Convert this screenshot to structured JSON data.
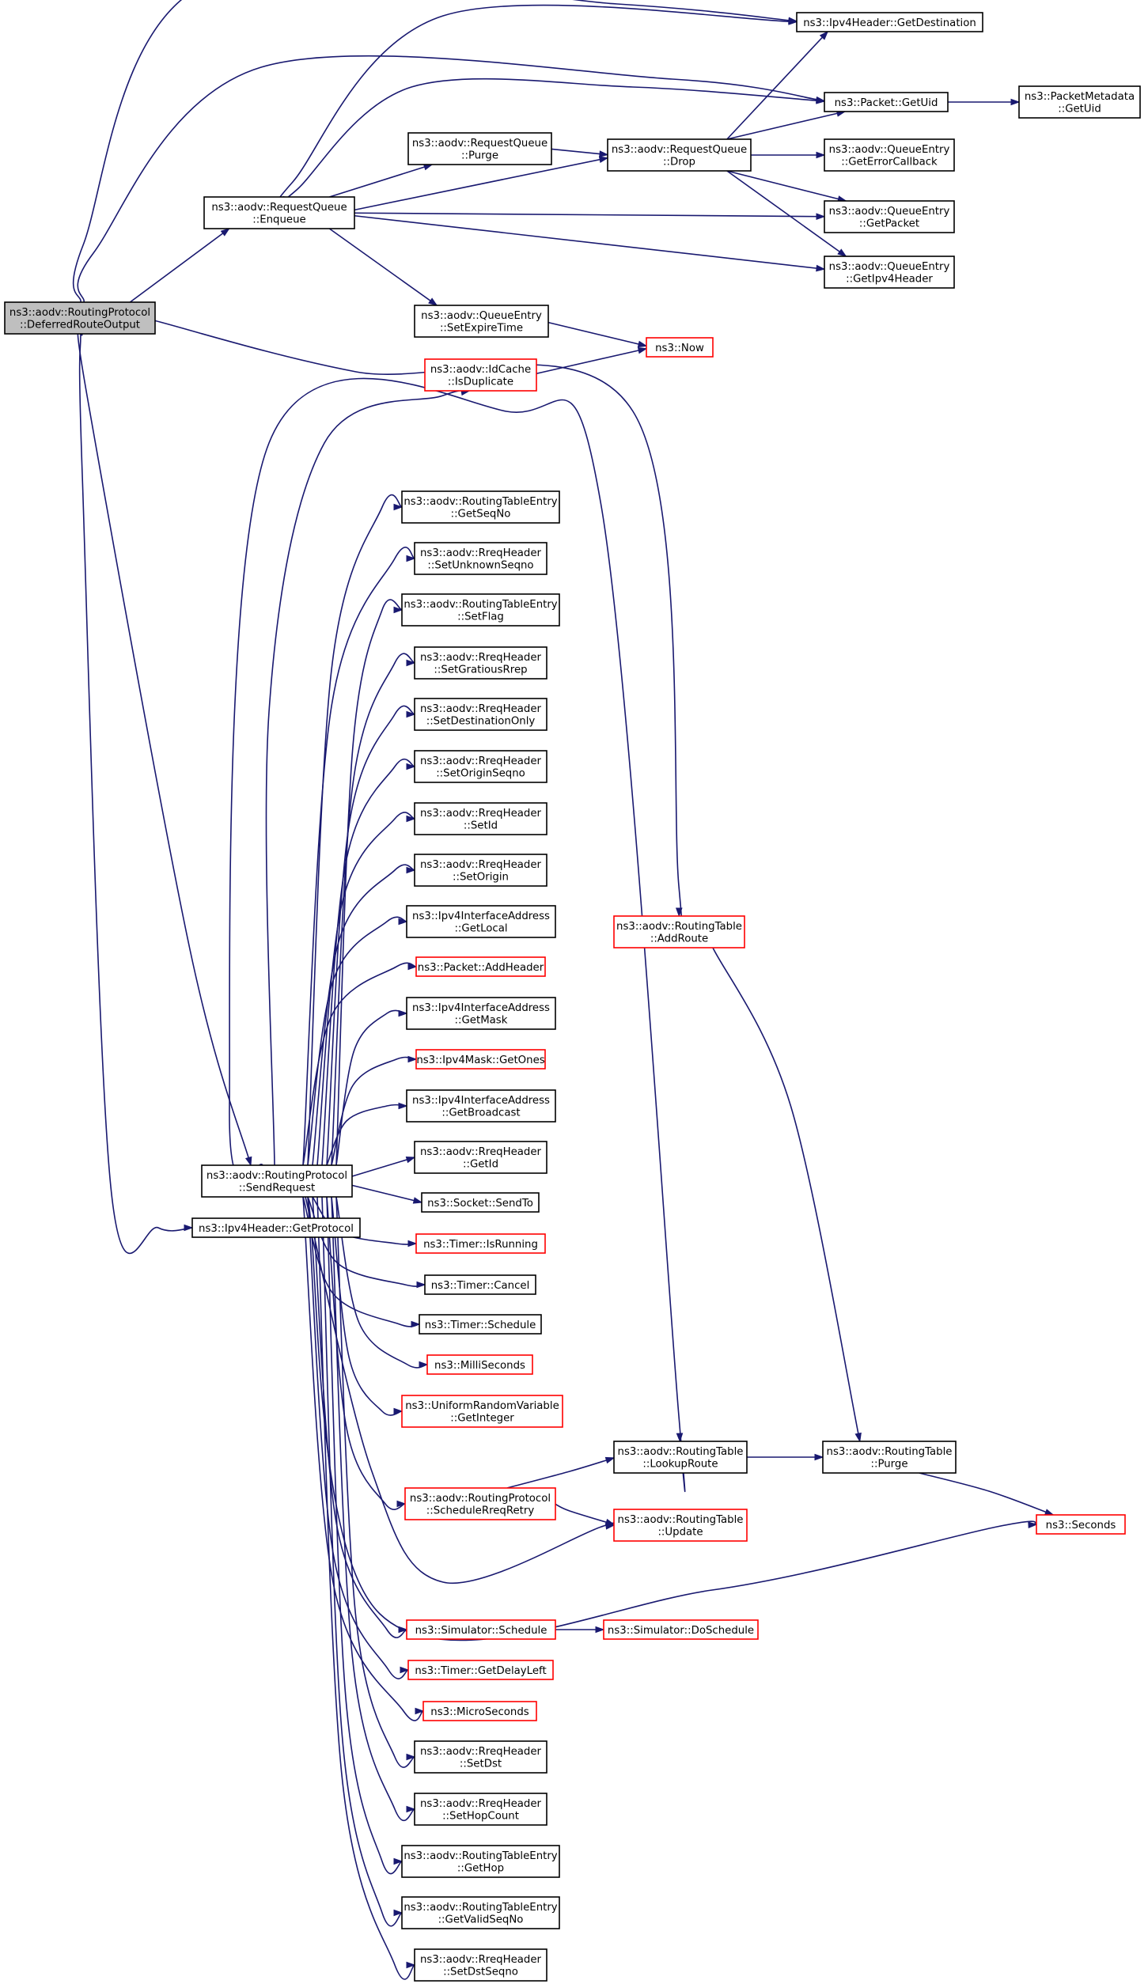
{
  "colors": {
    "edge": "#191970",
    "normal_border": "#000000",
    "truncated_border": "#ff0000",
    "root_fill": "#bfbfbf",
    "node_fill": "#ffffff"
  },
  "nodes": [
    {
      "id": "root",
      "lines": [
        "ns3::aodv::RoutingProtocol",
        "::DeferredRouteOutput"
      ],
      "style": "root"
    },
    {
      "id": "rq_enqueue",
      "lines": [
        "ns3::aodv::RequestQueue",
        "::Enqueue"
      ],
      "style": "normal"
    },
    {
      "id": "ipv4_getprotocol",
      "lines": [
        "ns3::Ipv4Header::GetProtocol"
      ],
      "style": "normal"
    },
    {
      "id": "sendrequest",
      "lines": [
        "ns3::aodv::RoutingProtocol",
        "::SendRequest"
      ],
      "style": "normal"
    },
    {
      "id": "rq_purge",
      "lines": [
        "ns3::aodv::RequestQueue",
        "::Purge"
      ],
      "style": "normal"
    },
    {
      "id": "qe_setexpiretime",
      "lines": [
        "ns3::aodv::QueueEntry",
        "::SetExpireTime"
      ],
      "style": "normal"
    },
    {
      "id": "idcache_isduplicate",
      "lines": [
        "ns3::aodv::IdCache",
        "::IsDuplicate"
      ],
      "style": "truncated"
    },
    {
      "id": "rq_drop",
      "lines": [
        "ns3::aodv::RequestQueue",
        "::Drop"
      ],
      "style": "normal"
    },
    {
      "id": "rt_addroute",
      "lines": [
        "ns3::aodv::RoutingTable",
        "::AddRoute"
      ],
      "style": "truncated"
    },
    {
      "id": "now",
      "lines": [
        "ns3::Now"
      ],
      "style": "truncated"
    },
    {
      "id": "ipv4_getdestination",
      "lines": [
        "ns3::Ipv4Header::GetDestination"
      ],
      "style": "normal"
    },
    {
      "id": "packet_getuid",
      "lines": [
        "ns3::Packet::GetUid"
      ],
      "style": "normal"
    },
    {
      "id": "qe_geterrorcallback",
      "lines": [
        "ns3::aodv::QueueEntry",
        "::GetErrorCallback"
      ],
      "style": "normal"
    },
    {
      "id": "qe_getpacket",
      "lines": [
        "ns3::aodv::QueueEntry",
        "::GetPacket"
      ],
      "style": "normal"
    },
    {
      "id": "qe_getipv4header",
      "lines": [
        "ns3::aodv::QueueEntry",
        "::GetIpv4Header"
      ],
      "style": "normal"
    },
    {
      "id": "pm_getuid",
      "lines": [
        "ns3::PacketMetadata",
        "::GetUid"
      ],
      "style": "normal"
    },
    {
      "id": "rte_getseqno",
      "lines": [
        "ns3::aodv::RoutingTableEntry",
        "::GetSeqNo"
      ],
      "style": "normal"
    },
    {
      "id": "rreq_setunknownseqno",
      "lines": [
        "ns3::aodv::RreqHeader",
        "::SetUnknownSeqno"
      ],
      "style": "normal"
    },
    {
      "id": "rte_setflag",
      "lines": [
        "ns3::aodv::RoutingTableEntry",
        "::SetFlag"
      ],
      "style": "normal"
    },
    {
      "id": "rreq_setgratiousrrep",
      "lines": [
        "ns3::aodv::RreqHeader",
        "::SetGratiousRrep"
      ],
      "style": "normal"
    },
    {
      "id": "rreq_setdestinationonly",
      "lines": [
        "ns3::aodv::RreqHeader",
        "::SetDestinationOnly"
      ],
      "style": "normal"
    },
    {
      "id": "rreq_setoriginseqno",
      "lines": [
        "ns3::aodv::RreqHeader",
        "::SetOriginSeqno"
      ],
      "style": "normal"
    },
    {
      "id": "rreq_setid",
      "lines": [
        "ns3::aodv::RreqHeader",
        "::SetId"
      ],
      "style": "normal"
    },
    {
      "id": "rreq_setorigin",
      "lines": [
        "ns3::aodv::RreqHeader",
        "::SetOrigin"
      ],
      "style": "normal"
    },
    {
      "id": "iia_getlocal",
      "lines": [
        "ns3::Ipv4InterfaceAddress",
        "::GetLocal"
      ],
      "style": "normal"
    },
    {
      "id": "packet_addheader",
      "lines": [
        "ns3::Packet::AddHeader"
      ],
      "style": "truncated"
    },
    {
      "id": "iia_getmask",
      "lines": [
        "ns3::Ipv4InterfaceAddress",
        "::GetMask"
      ],
      "style": "normal"
    },
    {
      "id": "mask_getones",
      "lines": [
        "ns3::Ipv4Mask::GetOnes"
      ],
      "style": "truncated"
    },
    {
      "id": "iia_getbroadcast",
      "lines": [
        "ns3::Ipv4InterfaceAddress",
        "::GetBroadcast"
      ],
      "style": "normal"
    },
    {
      "id": "rreq_getid",
      "lines": [
        "ns3::aodv::RreqHeader",
        "::GetId"
      ],
      "style": "normal"
    },
    {
      "id": "socket_sendto",
      "lines": [
        "ns3::Socket::SendTo"
      ],
      "style": "normal"
    },
    {
      "id": "timer_isrunning",
      "lines": [
        "ns3::Timer::IsRunning"
      ],
      "style": "truncated"
    },
    {
      "id": "timer_cancel",
      "lines": [
        "ns3::Timer::Cancel"
      ],
      "style": "normal"
    },
    {
      "id": "timer_schedule",
      "lines": [
        "ns3::Timer::Schedule"
      ],
      "style": "normal"
    },
    {
      "id": "milliseconds",
      "lines": [
        "ns3::MilliSeconds"
      ],
      "style": "truncated"
    },
    {
      "id": "urv_getinteger",
      "lines": [
        "ns3::UniformRandomVariable",
        "::GetInteger"
      ],
      "style": "truncated"
    },
    {
      "id": "rt_lookuproute",
      "lines": [
        "ns3::aodv::RoutingTable",
        "::LookupRoute"
      ],
      "style": "normal"
    },
    {
      "id": "rt_purge",
      "lines": [
        "ns3::aodv::RoutingTable",
        "::Purge"
      ],
      "style": "normal"
    },
    {
      "id": "rp_schedulerreqretry",
      "lines": [
        "ns3::aodv::RoutingProtocol",
        "::ScheduleRreqRetry"
      ],
      "style": "truncated"
    },
    {
      "id": "rt_update",
      "lines": [
        "ns3::aodv::RoutingTable",
        "::Update"
      ],
      "style": "truncated"
    },
    {
      "id": "seconds",
      "lines": [
        "ns3::Seconds"
      ],
      "style": "truncated"
    },
    {
      "id": "sim_schedule",
      "lines": [
        "ns3::Simulator::Schedule"
      ],
      "style": "truncated"
    },
    {
      "id": "sim_doschedule",
      "lines": [
        "ns3::Simulator::DoSchedule"
      ],
      "style": "truncated"
    },
    {
      "id": "timer_getdelayleft",
      "lines": [
        "ns3::Timer::GetDelayLeft"
      ],
      "style": "truncated"
    },
    {
      "id": "microseconds",
      "lines": [
        "ns3::MicroSeconds"
      ],
      "style": "truncated"
    },
    {
      "id": "rreq_setdst",
      "lines": [
        "ns3::aodv::RreqHeader",
        "::SetDst"
      ],
      "style": "normal"
    },
    {
      "id": "rreq_sethopcount",
      "lines": [
        "ns3::aodv::RreqHeader",
        "::SetHopCount"
      ],
      "style": "normal"
    },
    {
      "id": "rte_gethop",
      "lines": [
        "ns3::aodv::RoutingTableEntry",
        "::GetHop"
      ],
      "style": "normal"
    },
    {
      "id": "rte_getvalidseqno",
      "lines": [
        "ns3::aodv::RoutingTableEntry",
        "::GetValidSeqNo"
      ],
      "style": "normal"
    },
    {
      "id": "rreq_setdstseqno",
      "lines": [
        "ns3::aodv::RreqHeader",
        "::SetDstSeqno"
      ],
      "style": "normal"
    }
  ],
  "edges": [
    {
      "from": "root",
      "to": "ipv4_getdestination"
    },
    {
      "from": "root",
      "to": "packet_getuid"
    },
    {
      "from": "root",
      "to": "rq_enqueue"
    },
    {
      "from": "root",
      "to": "rt_addroute"
    },
    {
      "from": "root",
      "to": "sendrequest"
    },
    {
      "from": "root",
      "to": "ipv4_getprotocol"
    },
    {
      "from": "rq_enqueue",
      "to": "ipv4_getdestination"
    },
    {
      "from": "rq_enqueue",
      "to": "packet_getuid"
    },
    {
      "from": "rq_enqueue",
      "to": "rq_purge"
    },
    {
      "from": "rq_enqueue",
      "to": "rq_drop"
    },
    {
      "from": "rq_enqueue",
      "to": "qe_getpacket"
    },
    {
      "from": "rq_enqueue",
      "to": "qe_getipv4header"
    },
    {
      "from": "rq_enqueue",
      "to": "qe_setexpiretime"
    },
    {
      "from": "rq_purge",
      "to": "rq_drop"
    },
    {
      "from": "rq_drop",
      "to": "ipv4_getdestination"
    },
    {
      "from": "rq_drop",
      "to": "packet_getuid"
    },
    {
      "from": "rq_drop",
      "to": "qe_geterrorcallback"
    },
    {
      "from": "rq_drop",
      "to": "qe_getpacket"
    },
    {
      "from": "rq_drop",
      "to": "qe_getipv4header"
    },
    {
      "from": "packet_getuid",
      "to": "pm_getuid"
    },
    {
      "from": "qe_setexpiretime",
      "to": "now"
    },
    {
      "from": "idcache_isduplicate",
      "to": "now"
    },
    {
      "from": "rt_addroute",
      "to": "rt_purge"
    },
    {
      "from": "rt_lookuproute",
      "to": "rt_purge"
    },
    {
      "from": "rt_purge",
      "to": "seconds"
    },
    {
      "from": "rp_schedulerreqretry",
      "to": "rt_lookuproute"
    },
    {
      "from": "rp_schedulerreqretry",
      "to": "rt_update"
    },
    {
      "from": "sim_schedule",
      "to": "sim_doschedule"
    },
    {
      "from": "sendrequest",
      "to": "idcache_isduplicate"
    },
    {
      "from": "sendrequest",
      "to": "rt_lookuproute"
    },
    {
      "from": "sendrequest",
      "to": "rte_getseqno"
    },
    {
      "from": "sendrequest",
      "to": "rreq_setunknownseqno"
    },
    {
      "from": "sendrequest",
      "to": "rte_setflag"
    },
    {
      "from": "sendrequest",
      "to": "rreq_setgratiousrrep"
    },
    {
      "from": "sendrequest",
      "to": "rreq_setdestinationonly"
    },
    {
      "from": "sendrequest",
      "to": "rreq_setoriginseqno"
    },
    {
      "from": "sendrequest",
      "to": "rreq_setid"
    },
    {
      "from": "sendrequest",
      "to": "rreq_setorigin"
    },
    {
      "from": "sendrequest",
      "to": "iia_getlocal"
    },
    {
      "from": "sendrequest",
      "to": "packet_addheader"
    },
    {
      "from": "sendrequest",
      "to": "iia_getmask"
    },
    {
      "from": "sendrequest",
      "to": "mask_getones"
    },
    {
      "from": "sendrequest",
      "to": "iia_getbroadcast"
    },
    {
      "from": "sendrequest",
      "to": "rreq_getid"
    },
    {
      "from": "sendrequest",
      "to": "socket_sendto"
    },
    {
      "from": "sendrequest",
      "to": "timer_isrunning"
    },
    {
      "from": "sendrequest",
      "to": "timer_cancel"
    },
    {
      "from": "sendrequest",
      "to": "timer_schedule"
    },
    {
      "from": "sendrequest",
      "to": "milliseconds"
    },
    {
      "from": "sendrequest",
      "to": "urv_getinteger"
    },
    {
      "from": "sendrequest",
      "to": "rp_schedulerreqretry"
    },
    {
      "from": "sendrequest",
      "to": "rt_update"
    },
    {
      "from": "sendrequest",
      "to": "seconds"
    },
    {
      "from": "sendrequest",
      "to": "sim_schedule"
    },
    {
      "from": "sendrequest",
      "to": "timer_getdelayleft"
    },
    {
      "from": "sendrequest",
      "to": "microseconds"
    },
    {
      "from": "sendrequest",
      "to": "rreq_setdst"
    },
    {
      "from": "sendrequest",
      "to": "rreq_sethopcount"
    },
    {
      "from": "sendrequest",
      "to": "rte_gethop"
    },
    {
      "from": "sendrequest",
      "to": "rte_getvalidseqno"
    },
    {
      "from": "sendrequest",
      "to": "rreq_setdstseqno"
    }
  ]
}
